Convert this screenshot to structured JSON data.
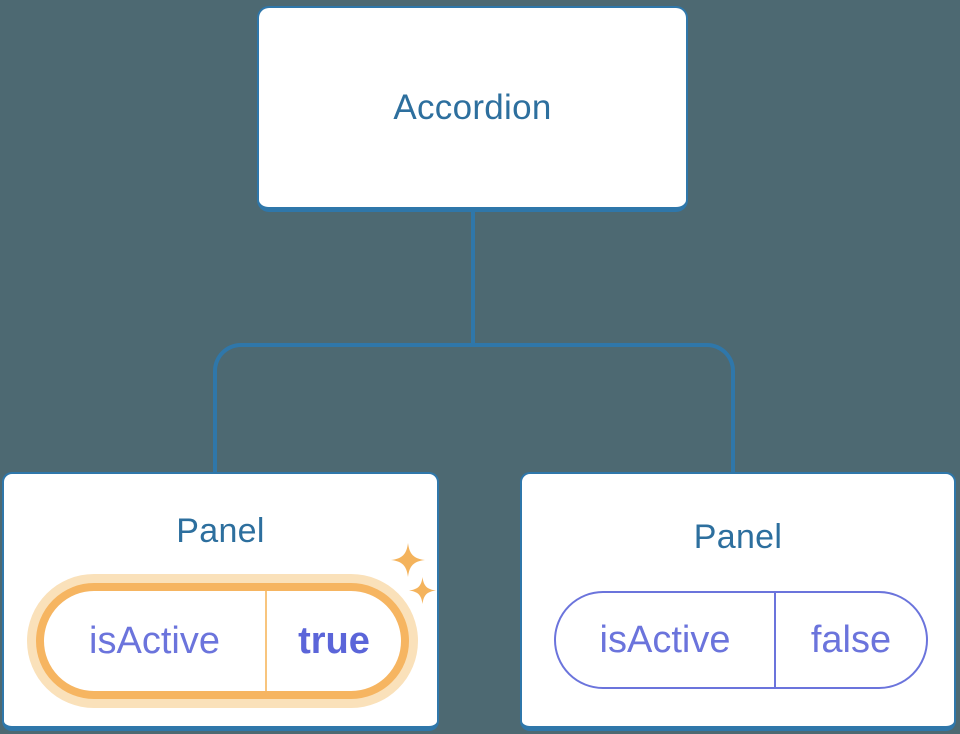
{
  "diagram": {
    "description": "Component tree: Accordion parent passing isActive prop to two Panel children",
    "root": {
      "label": "Accordion"
    },
    "children": [
      {
        "label": "Panel",
        "prop": {
          "name": "isActive",
          "value": "true"
        },
        "highlighted": true
      },
      {
        "label": "Panel",
        "prop": {
          "name": "isActive",
          "value": "false"
        },
        "highlighted": false
      }
    ]
  },
  "colors": {
    "background": "#4D6972",
    "card_bg": "#FFFFFF",
    "card_border": "#2F77AA",
    "title_text": "#2D6F9E",
    "prop_text": "#6B74DC",
    "prop_value_active": "#5B65D9",
    "highlight_ring": "#F6B561",
    "highlight_glow": "#FAE1BA",
    "highlight_divider": "#F8C57E",
    "sparkle": "#F4B35C"
  },
  "icons": {
    "sparkles": "sparkles-icon"
  }
}
